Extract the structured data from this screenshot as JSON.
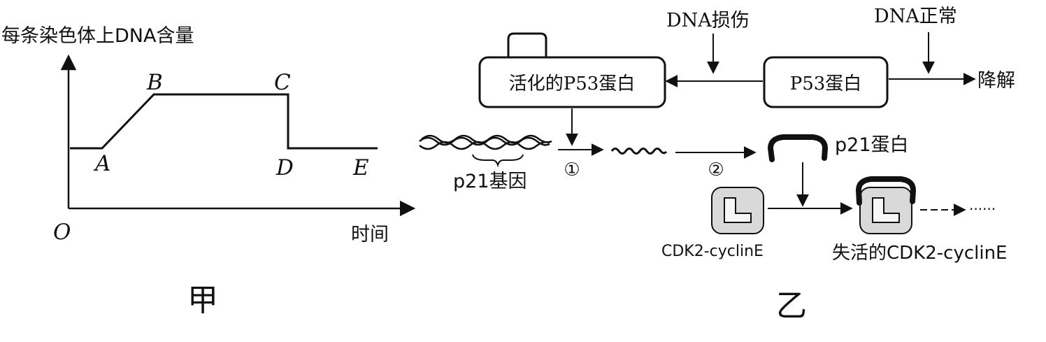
{
  "panel_jia": {
    "ylabel": "每条染色体上DNA含量",
    "xlabel": "时间",
    "origin": "O",
    "points": {
      "A": "A",
      "B": "B",
      "C": "C",
      "D": "D",
      "E": "E"
    },
    "caption": "甲"
  },
  "panel_yi": {
    "damage_label": "DNA损伤",
    "normal_label": "DNA正常",
    "p53_box": "P53蛋白",
    "activated_box": "活化的P53蛋白",
    "degrade_label": "降解",
    "gene_label": "p21基因",
    "step1": "①",
    "step2": "②",
    "p21_protein": "p21蛋白",
    "cdk_label": "CDK2-cyclinE",
    "inactive_cdk_label": "失活的CDK2-cyclinE",
    "continuation": "······",
    "caption": "乙"
  }
}
